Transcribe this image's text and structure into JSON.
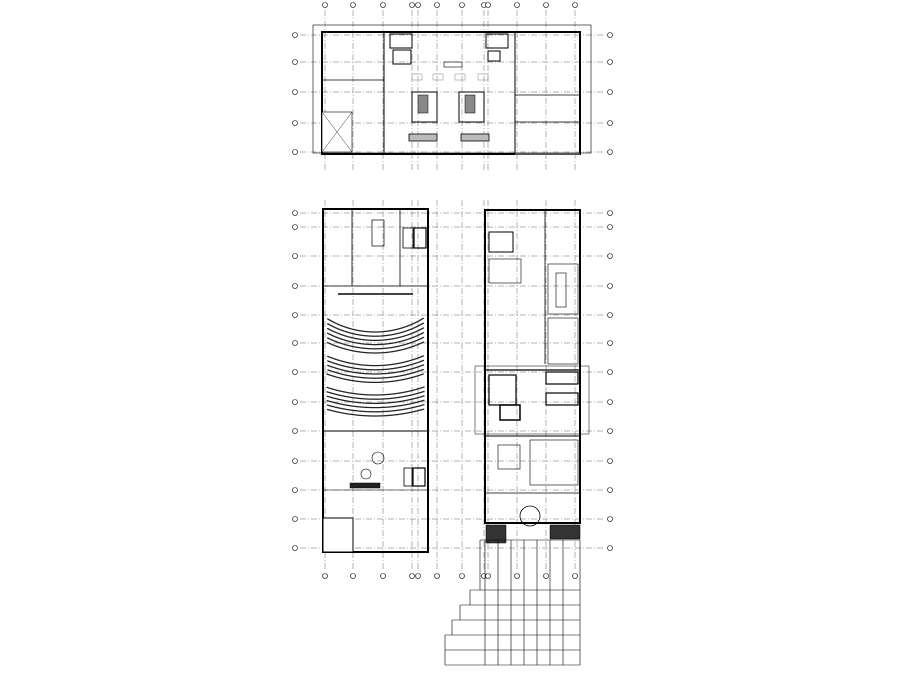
{
  "drawing": {
    "type": "architectural floor plan",
    "colors": {
      "background": "#ffffff",
      "line": "#000000",
      "grid_line": "#555555",
      "hatch": "#222222",
      "fixture": "#999999"
    },
    "plans": [
      {
        "id": "upper-floor-plan"
      },
      {
        "id": "auditorium-wing-plan"
      },
      {
        "id": "office-wing-plan"
      }
    ]
  }
}
